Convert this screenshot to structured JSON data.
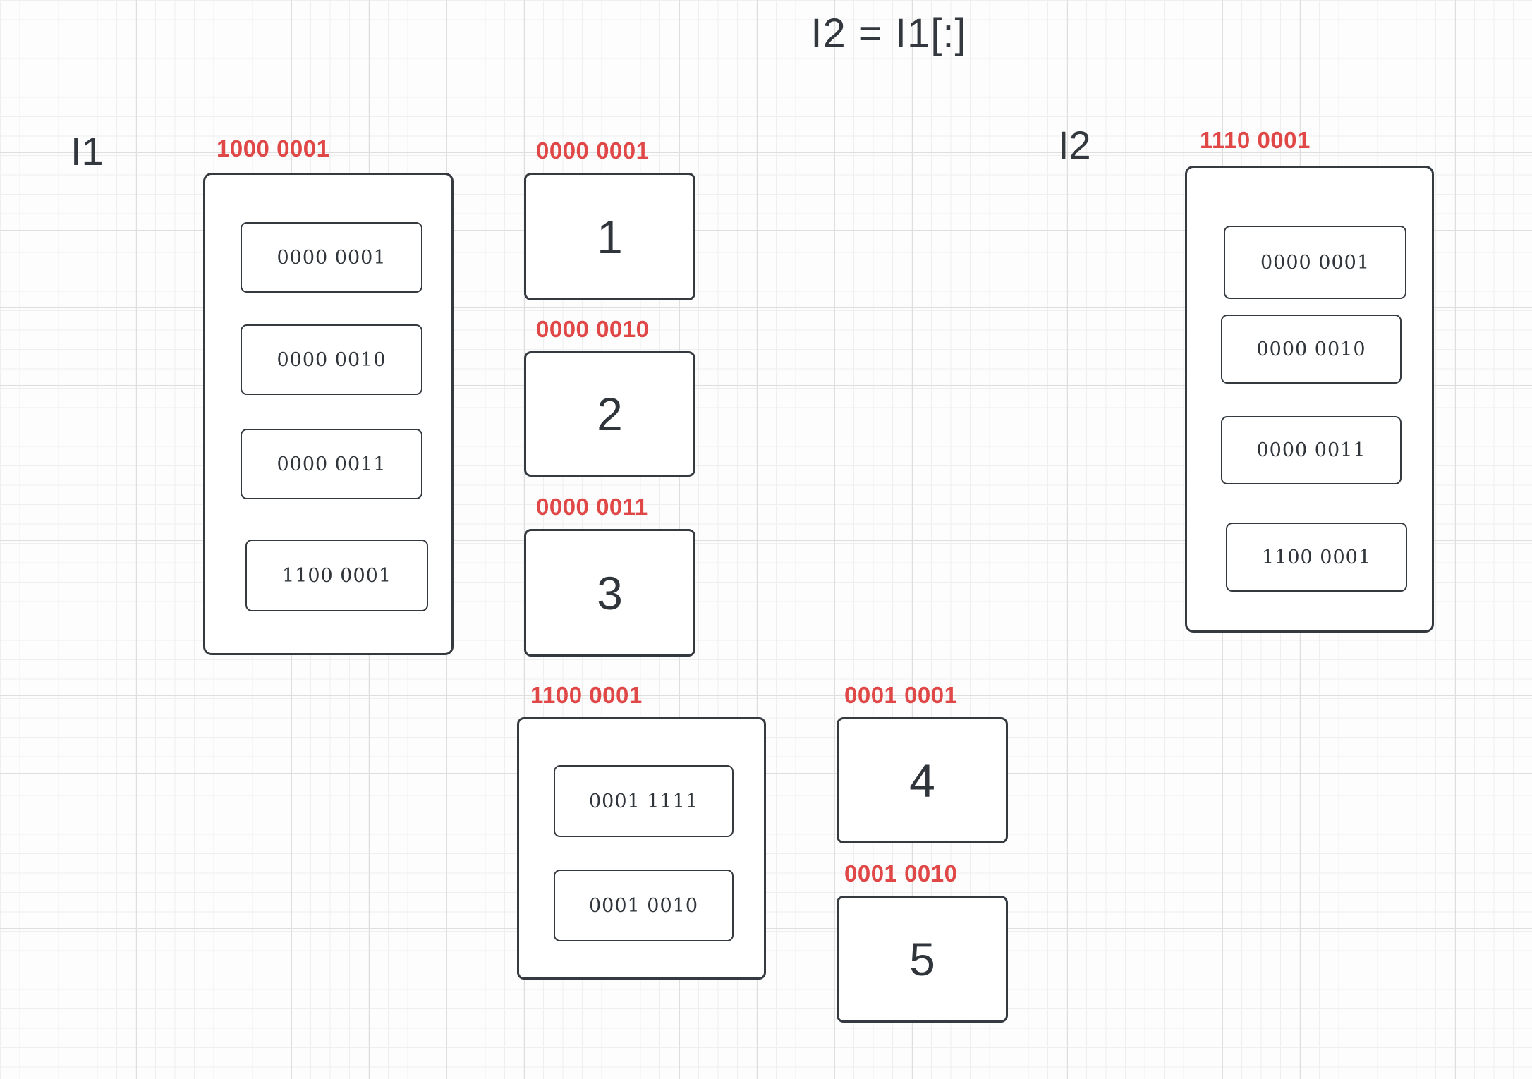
{
  "title": "I2 = I1[:]",
  "colors": {
    "address_red": "#e04747",
    "stroke_dark": "#343a40"
  },
  "i1": {
    "name": "I1",
    "address": "1000 0001",
    "cells": [
      "0000 0001",
      "0000 0010",
      "0000 0011",
      "1100 0001"
    ]
  },
  "i2": {
    "name": "I2",
    "address": "1110 0001",
    "cells": [
      "0000 0001",
      "0000 0010",
      "0000 0011",
      "1100 0001"
    ]
  },
  "objects": [
    {
      "address": "0000 0001",
      "value": "1"
    },
    {
      "address": "0000 0010",
      "value": "2"
    },
    {
      "address": "0000 0011",
      "value": "3"
    },
    {
      "address": "0001 0001",
      "value": "4"
    },
    {
      "address": "0001 0010",
      "value": "5"
    }
  ],
  "nested_list": {
    "address": "1100 0001",
    "cells": [
      "0001 1111",
      "0001 0010"
    ]
  }
}
